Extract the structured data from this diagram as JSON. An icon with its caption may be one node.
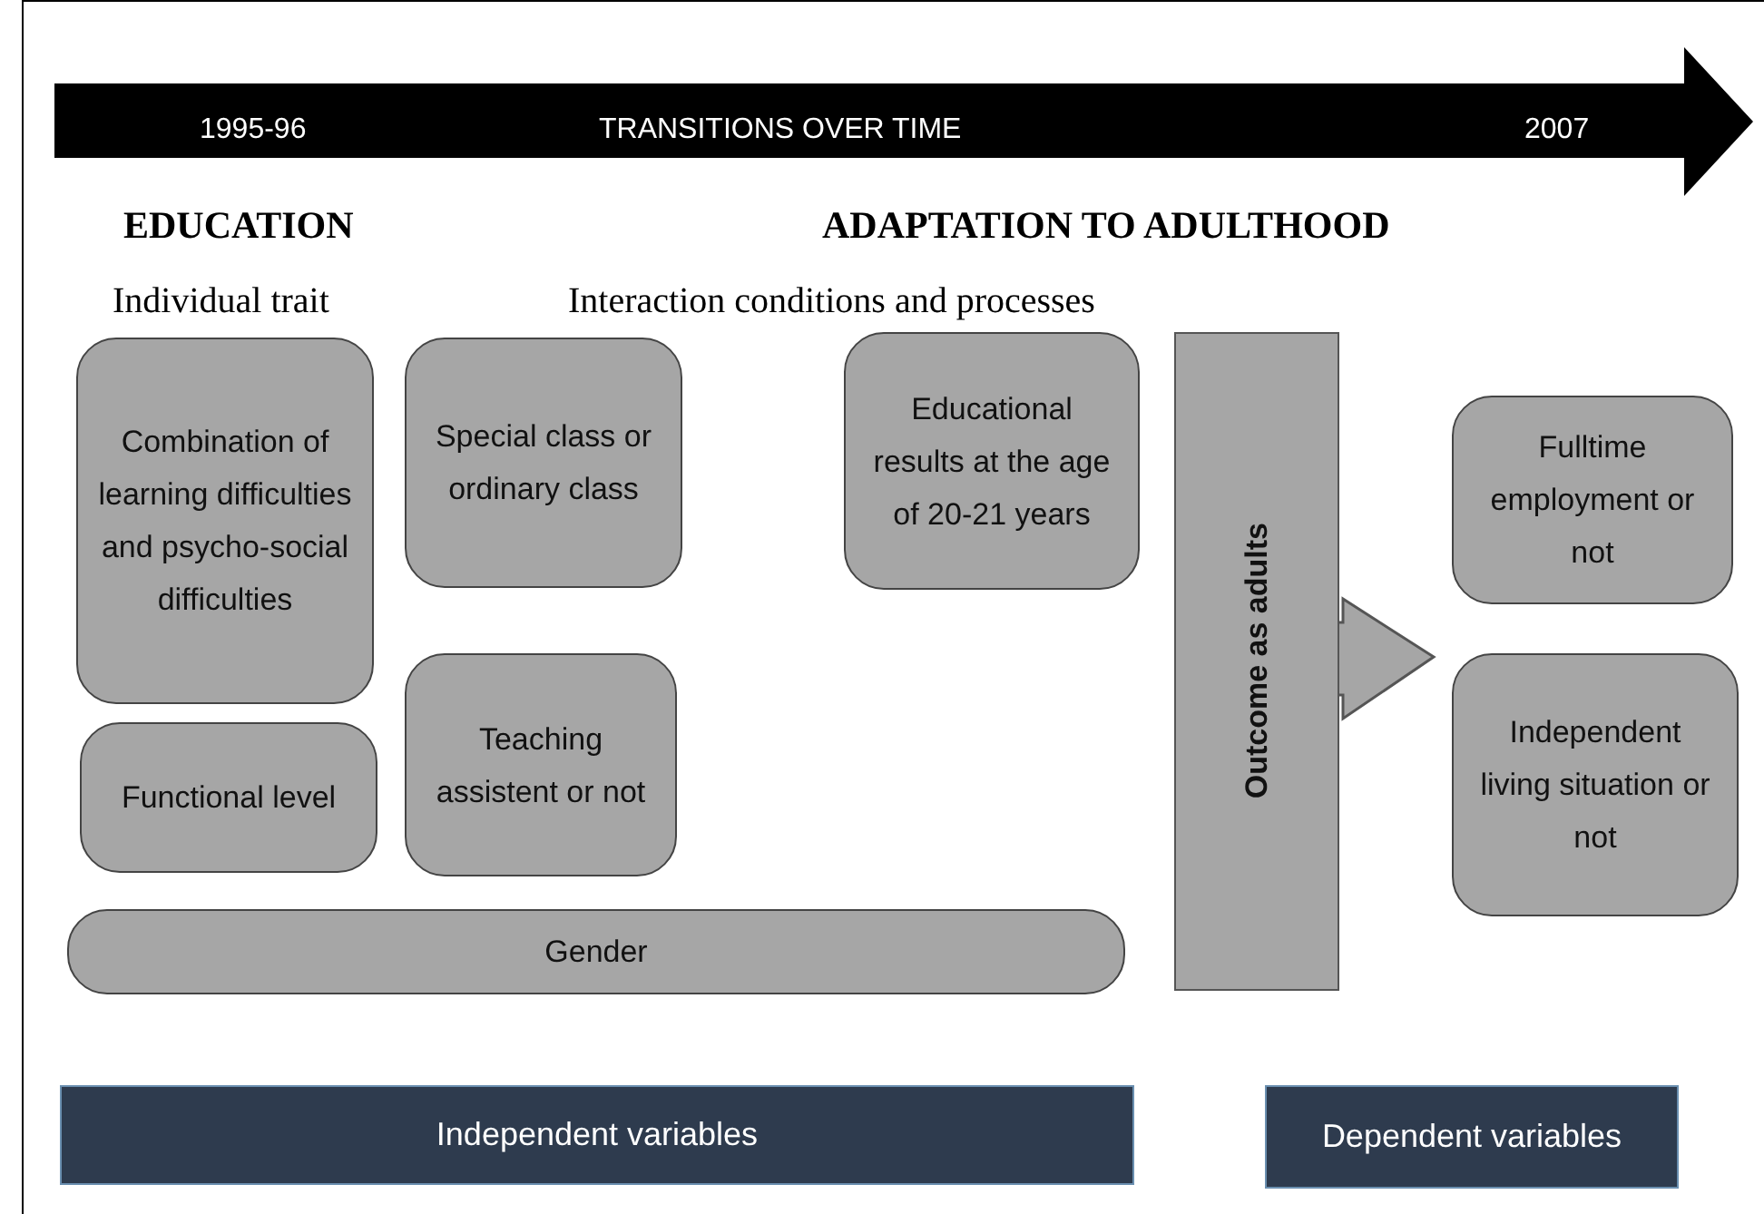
{
  "diagram": {
    "nodes": [
      {
        "text": [
          "1995-96",
          "TRANSITIONS OVER TIME",
          "2007"
        ]
      },
      {
        "text": [
          "Combination of learning difficulties and psycho-social difficulties"
        ]
      },
      {
        "text": [
          "Special class or ordinary class"
        ]
      },
      {
        "text": [
          "Educational results at the age of 20-21 years"
        ]
      },
      {
        "text": [
          "Outcome as adults"
        ]
      },
      {
        "text": [
          "Fulltime employment or not"
        ]
      },
      {
        "text": [
          "Functional level"
        ]
      },
      {
        "text": [
          "Teaching assistent or not"
        ]
      },
      {
        "text": [
          "Independent living situation or not"
        ]
      },
      {
        "text": [
          "Gender"
        ]
      },
      {
        "text": [
          "Independent variables"
        ]
      },
      {
        "text": [
          "Dependent variables"
        ]
      }
    ],
    "edges": [
      {
        "from": 4,
        "to": 5,
        "arrow": "to"
      },
      {
        "from": 4,
        "to": 8,
        "arrow": "to"
      }
    ],
    "labels": [
      "EDUCATION",
      "ADAPTATION TO ADULTHOOD",
      "Individual trait",
      "Interaction conditions and processes"
    ]
  }
}
